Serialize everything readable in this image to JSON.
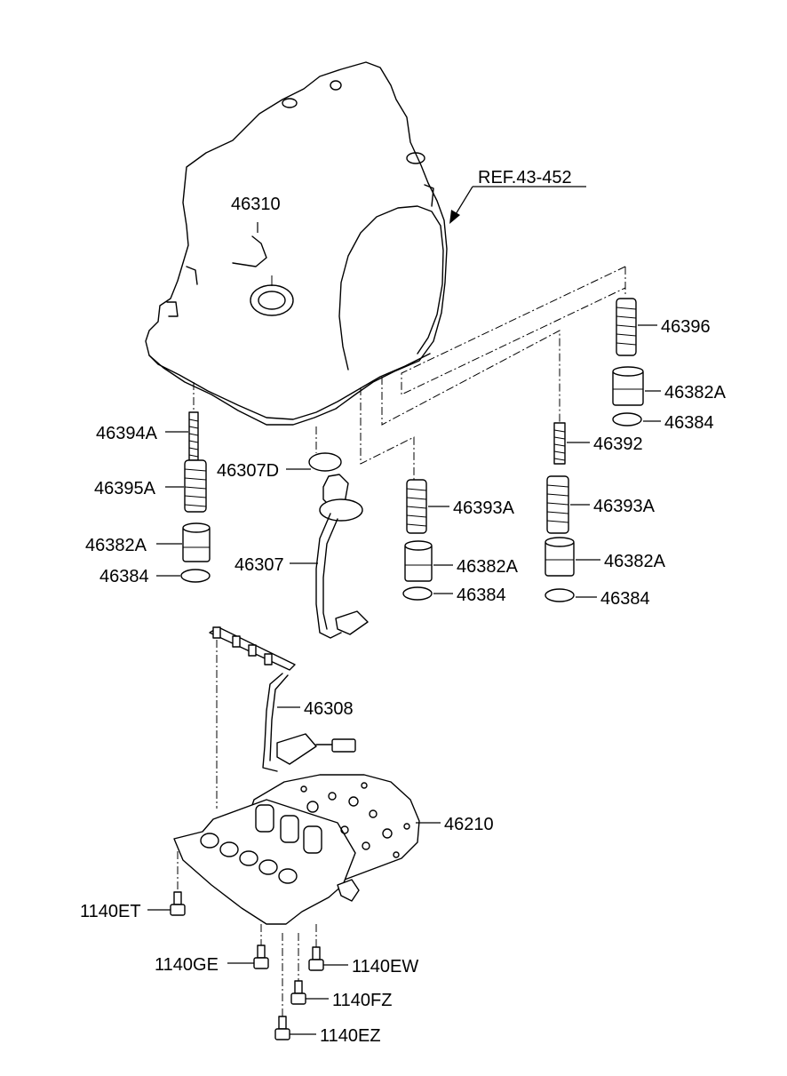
{
  "labels": {
    "ref": "REF.43-452",
    "p46310": "46310",
    "p46396": "46396",
    "p46382A_r1": "46382A",
    "p46384_r1": "46384",
    "p46392": "46392",
    "p46394A": "46394A",
    "p46395A": "46395A",
    "p46382A_l": "46382A",
    "p46384_l": "46384",
    "p46307D": "46307D",
    "p46307": "46307",
    "p46393A_m": "46393A",
    "p46382A_m": "46382A",
    "p46384_m": "46384",
    "p46393A_r": "46393A",
    "p46382A_r2": "46382A",
    "p46384_r2": "46384",
    "p46308": "46308",
    "p46210": "46210",
    "b1140ET": "1140ET",
    "b1140GE": "1140GE",
    "b1140EW": "1140EW",
    "b1140FZ": "1140FZ",
    "b1140EZ": "1140EZ"
  }
}
